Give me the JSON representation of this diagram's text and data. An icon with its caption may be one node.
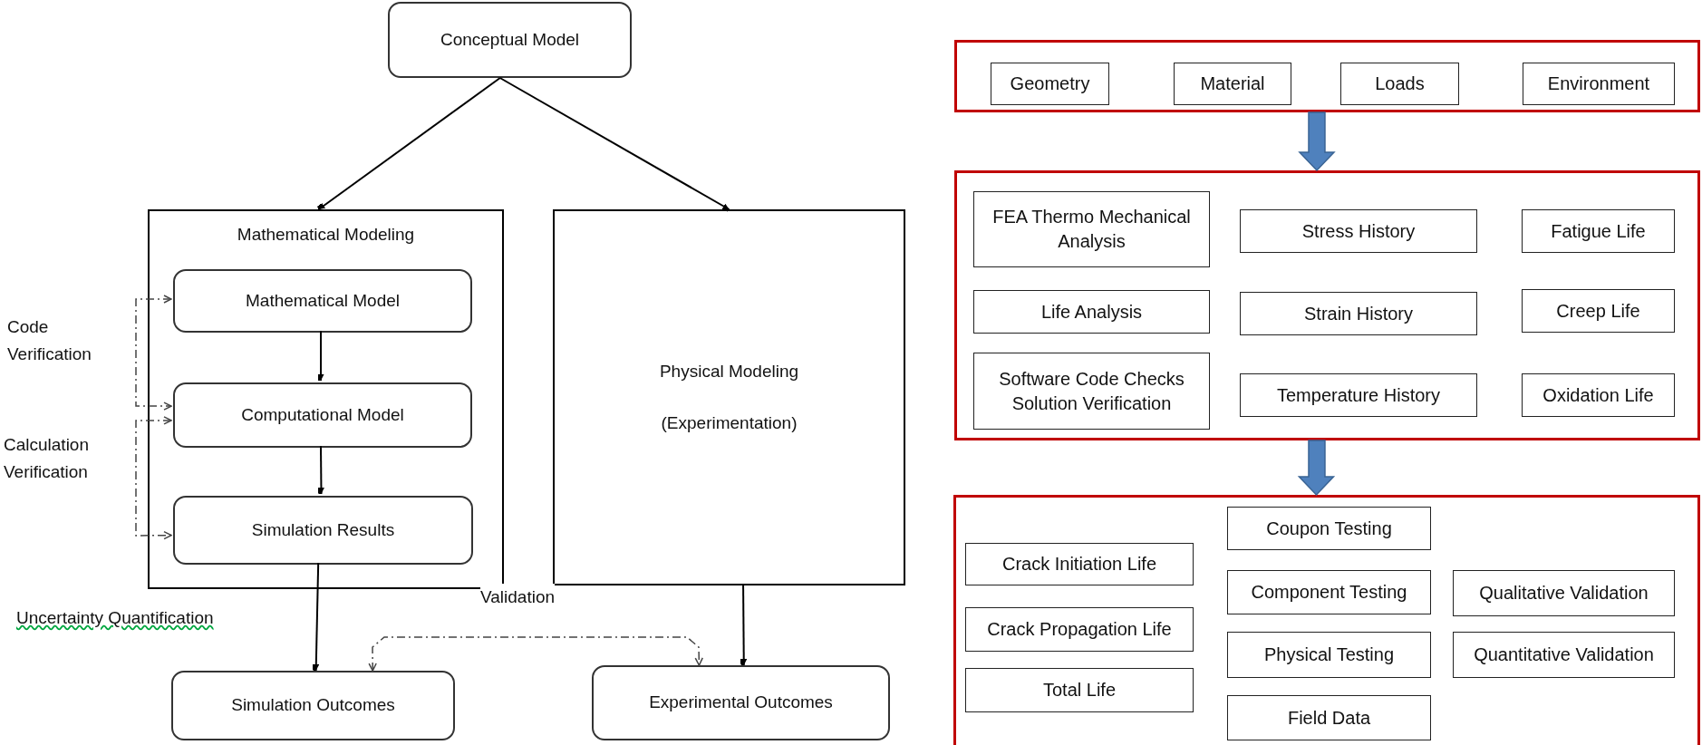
{
  "diagram": {
    "nodes": [
      {
        "text": [
          "Conceptual Model"
        ]
      },
      {
        "text": [
          "Mathematical Modeling"
        ]
      },
      {
        "text": [
          "Mathematical Model"
        ],
        "in": 1
      },
      {
        "text": [
          "Computational Model"
        ],
        "in": 1
      },
      {
        "text": [
          "Simulation Results"
        ],
        "in": 1
      },
      {
        "text": [
          "Physical Modeling",
          "(Experimentation)"
        ]
      },
      {
        "text": [
          "Simulation Outcomes"
        ]
      },
      {
        "text": [
          "Experimental Outcomes"
        ]
      },
      {
        "text": [],
        "shape": "box"
      },
      {
        "text": [
          "Geometry"
        ],
        "in": 8
      },
      {
        "text": [
          "Material"
        ],
        "in": 8
      },
      {
        "text": [
          "Loads"
        ],
        "in": 8
      },
      {
        "text": [
          "Environment"
        ],
        "in": 8
      },
      {
        "text": [],
        "shape": "box"
      },
      {
        "text": [
          "FEA Thermo Mechanical Analysis"
        ],
        "in": 13
      },
      {
        "text": [
          "Stress History"
        ],
        "in": 13
      },
      {
        "text": [
          "Fatigue Life"
        ],
        "in": 13
      },
      {
        "text": [
          "Life Analysis"
        ],
        "in": 13
      },
      {
        "text": [
          "Strain History"
        ],
        "in": 13
      },
      {
        "text": [
          "Creep Life"
        ],
        "in": 13
      },
      {
        "text": [
          "Software Code Checks Solution Verification"
        ],
        "in": 13
      },
      {
        "text": [
          "Temperature History"
        ],
        "in": 13
      },
      {
        "text": [
          "Oxidation Life"
        ],
        "in": 13
      },
      {
        "text": [],
        "shape": "box"
      },
      {
        "text": [
          "Coupon Testing"
        ],
        "in": 23
      },
      {
        "text": [
          "Crack Initiation Life"
        ],
        "in": 23
      },
      {
        "text": [
          "Component Testing"
        ],
        "in": 23
      },
      {
        "text": [
          "Qualitative Validation"
        ],
        "in": 23
      },
      {
        "text": [
          "Crack Propagation Life"
        ],
        "in": 23
      },
      {
        "text": [
          "Physical Testing"
        ],
        "in": 23
      },
      {
        "text": [
          "Quantitative Validation"
        ],
        "in": 23
      },
      {
        "text": [
          "Total Life"
        ],
        "in": 23
      },
      {
        "text": [
          "Field Data"
        ],
        "in": 23
      }
    ],
    "edges": [
      {
        "from": 0,
        "to": 1,
        "arrow": "to"
      },
      {
        "from": 0,
        "to": 5,
        "arrow": "to"
      },
      {
        "from": 2,
        "to": 3,
        "arrow": "to"
      },
      {
        "from": 3,
        "to": 4,
        "arrow": "to"
      },
      {
        "from": 4,
        "to": 6,
        "arrow": "to"
      },
      {
        "from": 5,
        "to": 7,
        "arrow": "to"
      },
      {
        "from": 2,
        "to": 3,
        "arrow": "both",
        "style": "dashed",
        "label": "Code Verification"
      },
      {
        "from": 3,
        "to": 4,
        "arrow": "both",
        "style": "dashed",
        "label": "Calculation Verification"
      },
      {
        "from": 6,
        "to": 7,
        "arrow": "both",
        "style": "dashed",
        "label": "Validation"
      },
      {
        "from": 8,
        "to": 13,
        "arrow": "to",
        "style": "thick",
        "color": "#4f81bd"
      },
      {
        "from": 13,
        "to": 23,
        "arrow": "to",
        "style": "thick",
        "color": "#4f81bd"
      }
    ],
    "labels": [
      "Uncertainty Quantification"
    ]
  }
}
